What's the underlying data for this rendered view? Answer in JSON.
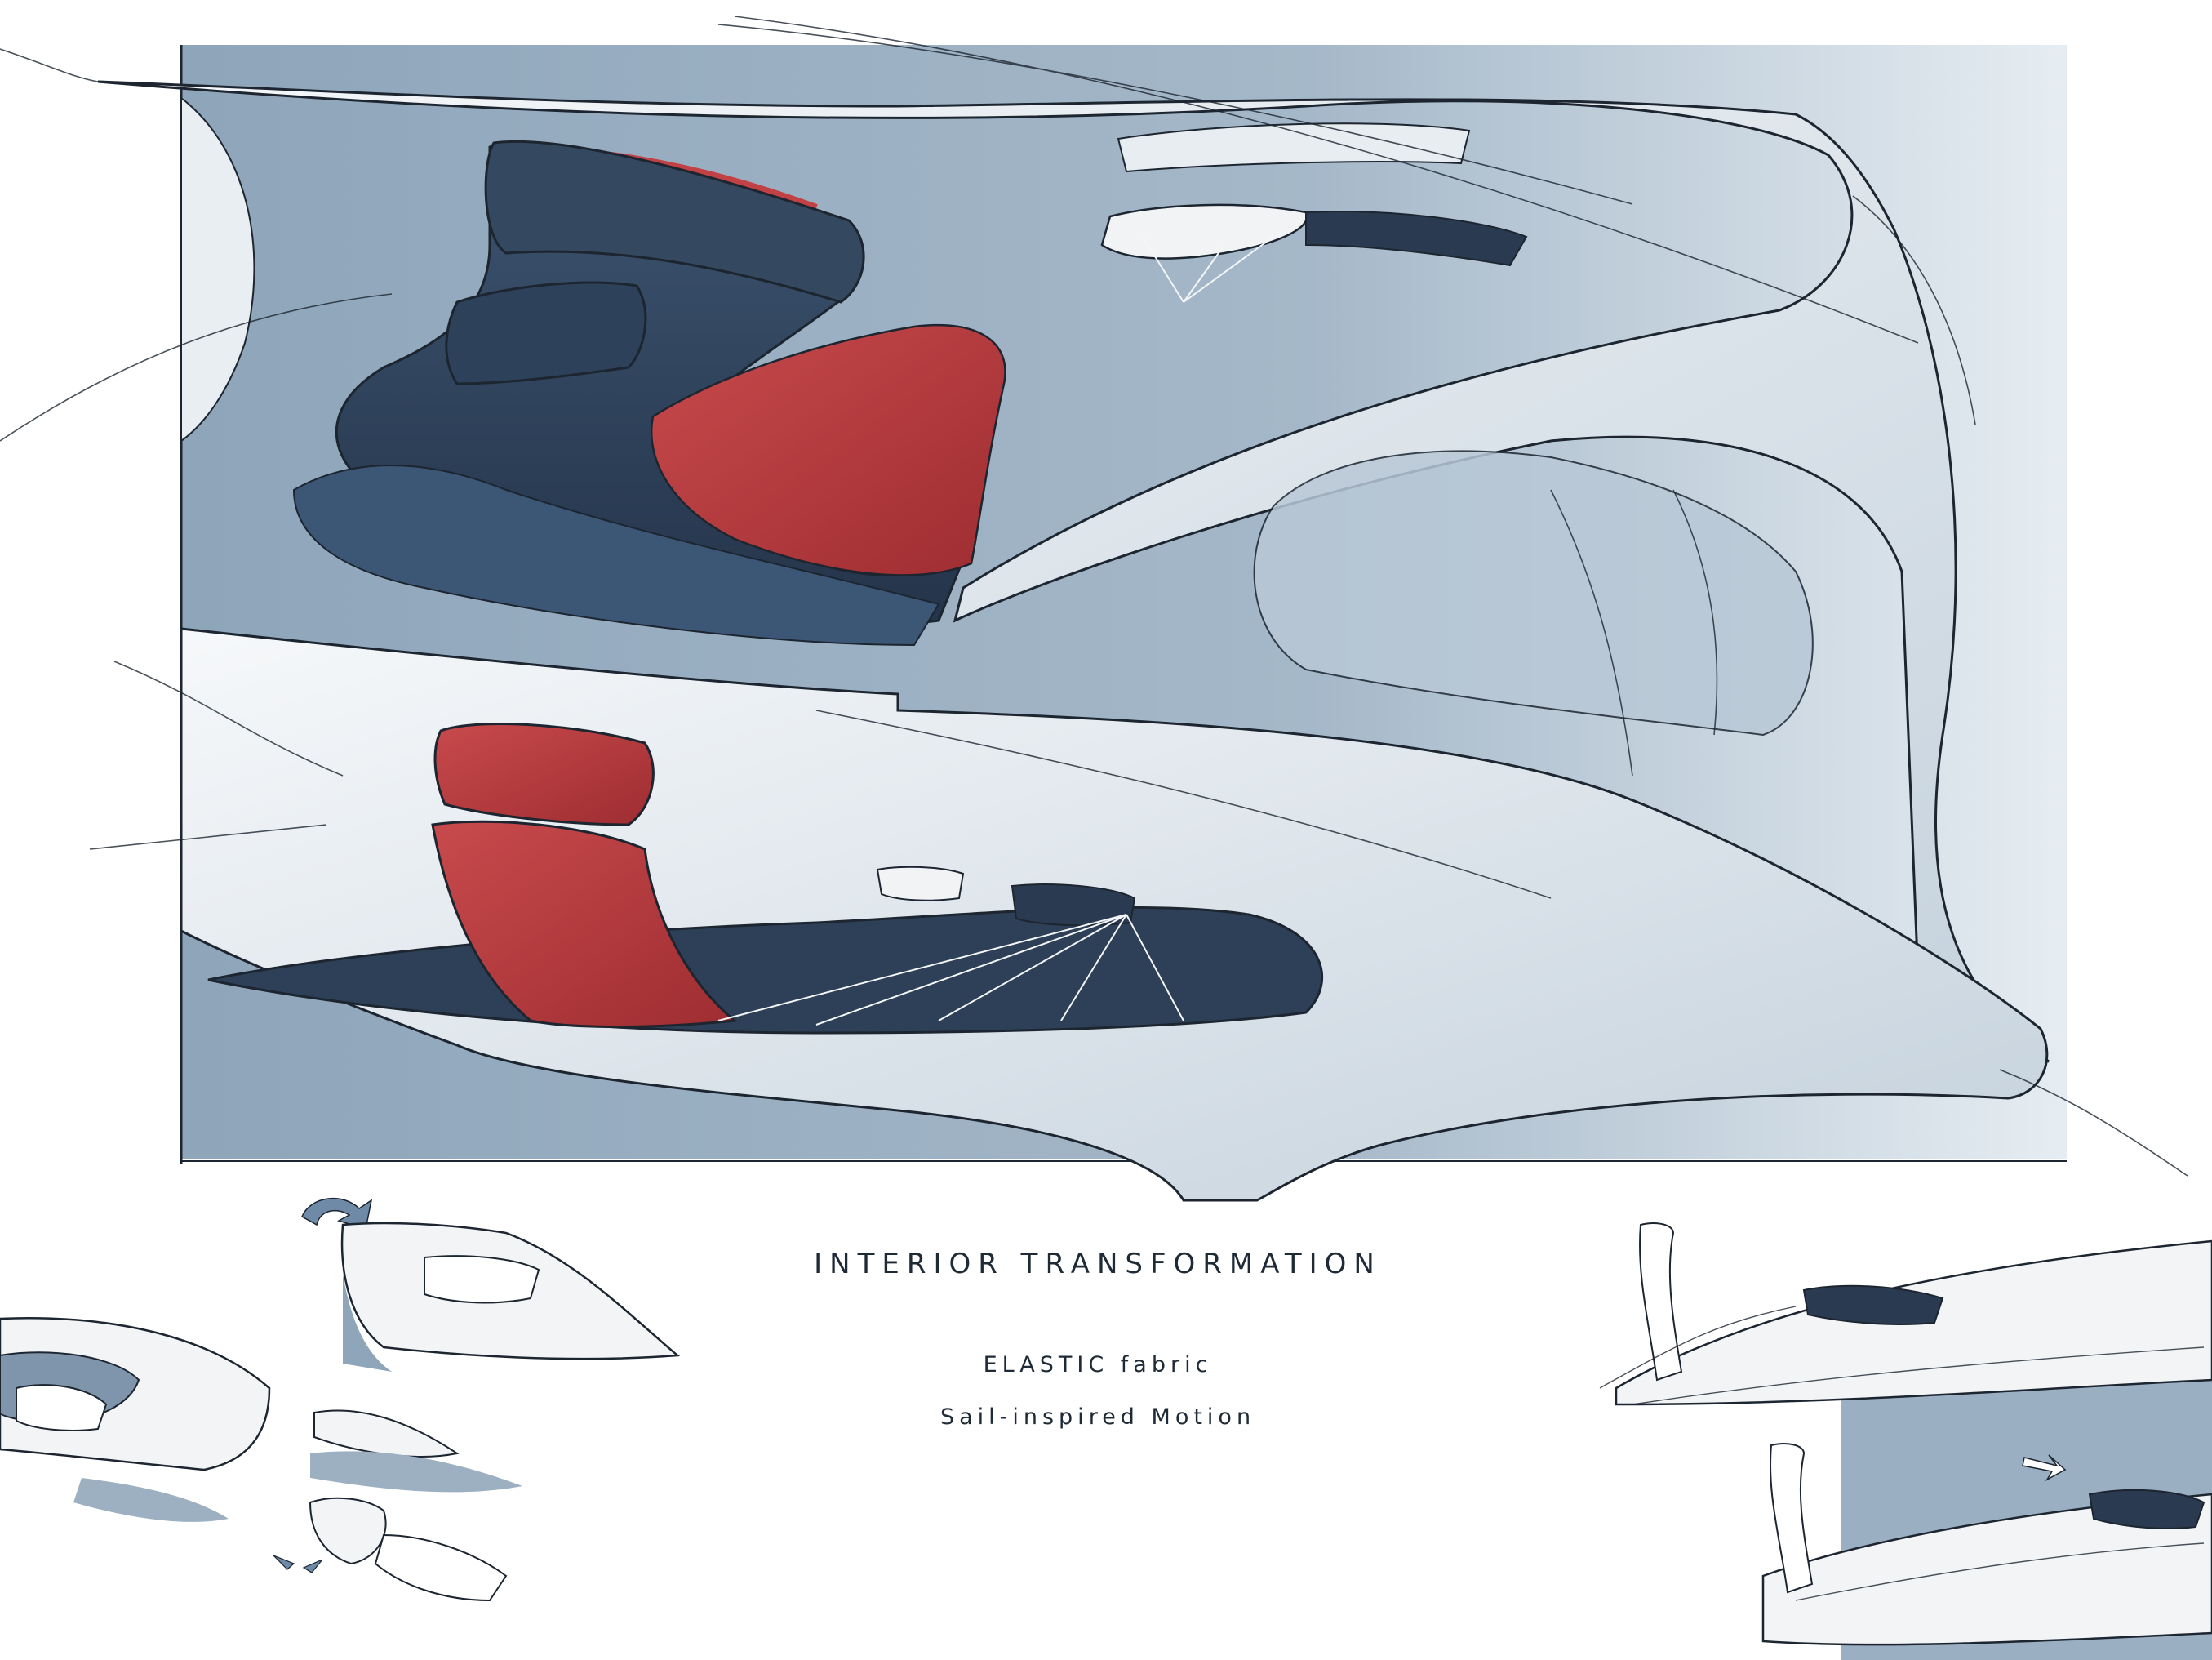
{
  "captions": {
    "title": "INTERIOR TRANSFORMATION",
    "line1": "ELASTIC fabric",
    "line2": "Sail-inspired Motion"
  },
  "colors": {
    "background_blue": "#9aafc2",
    "light_blue": "#c9d6e1",
    "navy": "#2c3e55",
    "seat_red": "#b8383c",
    "ink": "#1c2530",
    "white_surface": "#f2f4f6"
  },
  "illustrations": [
    "main-interior-rendering",
    "armrest-rotation-sketch",
    "armrest-compress-sketch",
    "dashboard-seat-sketch"
  ]
}
